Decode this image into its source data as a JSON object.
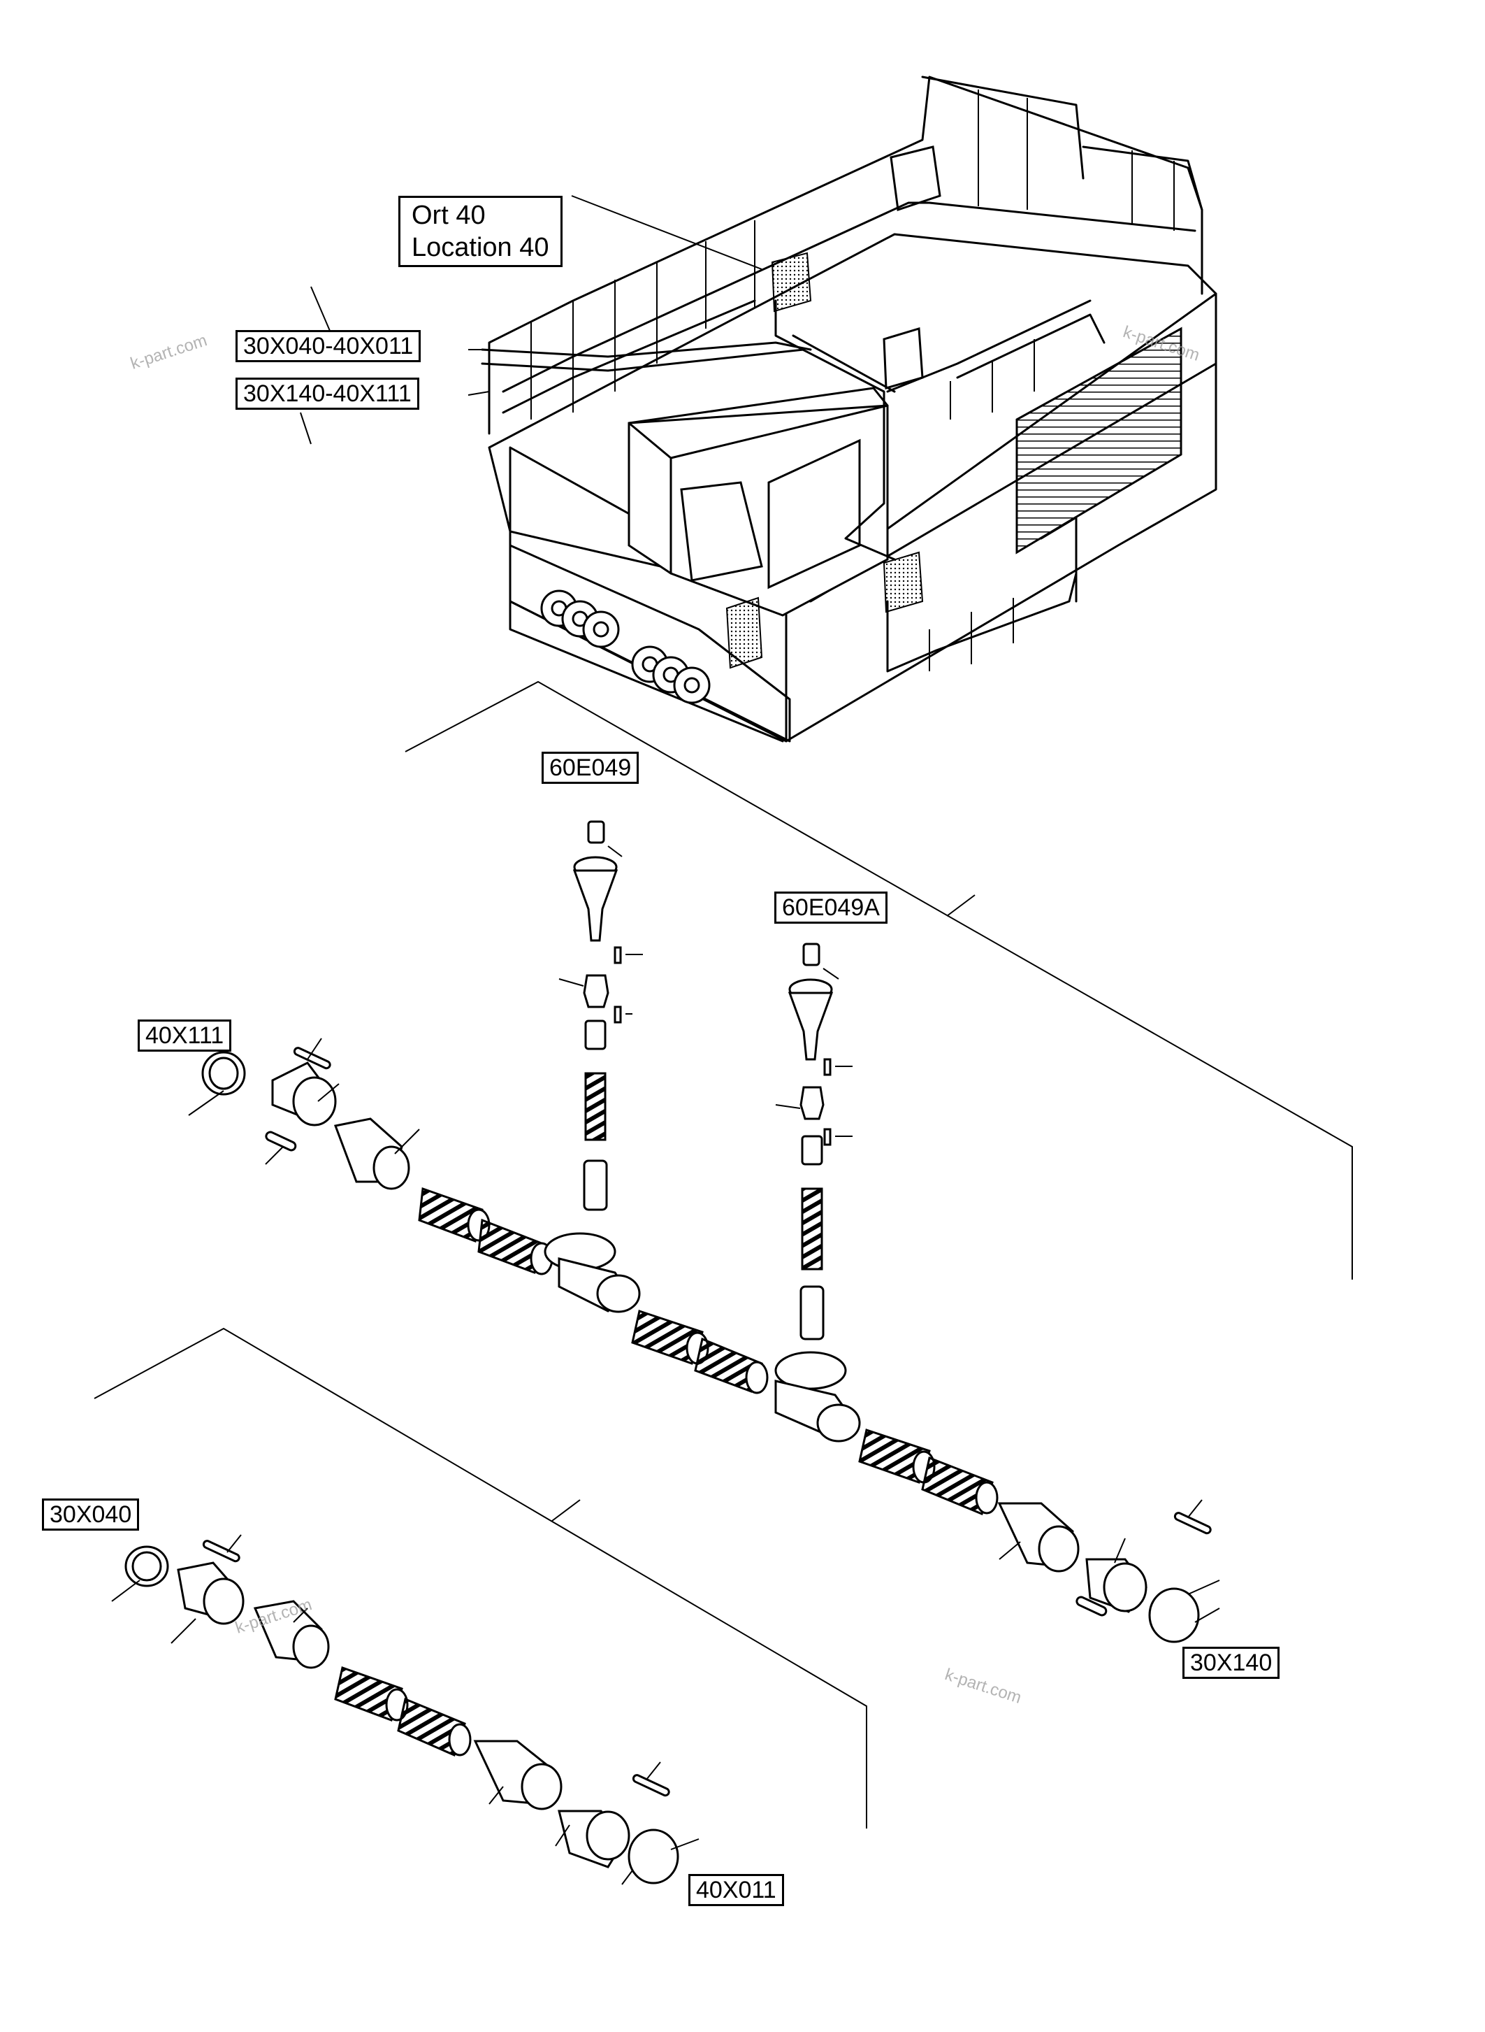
{
  "location": {
    "line1": "Ort 40",
    "line2": "Location 40"
  },
  "callouts": {
    "harness_top": "30X040-40X011",
    "harness_bottom": "30X140-40X111",
    "sensor_a": "60E049",
    "sensor_b": "60E049A",
    "connector_40x111": "40X111",
    "connector_30x040": "30X040",
    "connector_30x140": "30X140",
    "connector_40x011": "40X011"
  },
  "watermark": "k-part.com"
}
